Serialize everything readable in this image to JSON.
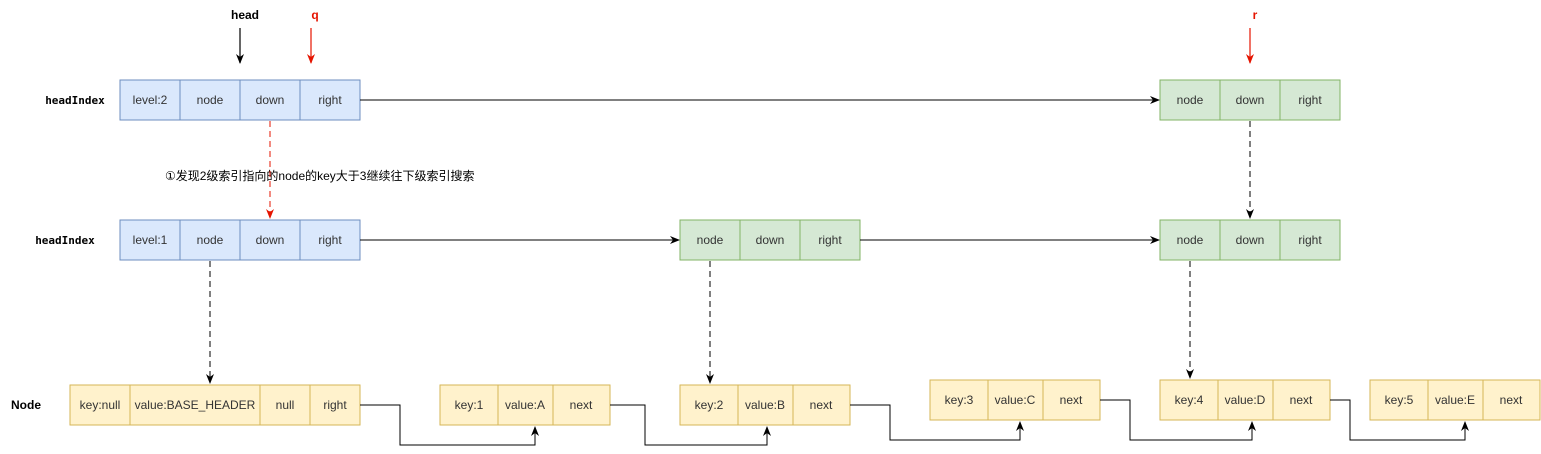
{
  "colors": {
    "blue_fill": "#dae8fc",
    "blue_stroke": "#6c8ebf",
    "green_fill": "#d5e8d4",
    "green_stroke": "#82b366",
    "yellow_fill": "#fff2cc",
    "yellow_stroke": "#d6b656",
    "red": "#e51400",
    "black": "#000000"
  },
  "pointers": {
    "head": "head",
    "q": "q",
    "r": "r"
  },
  "row_labels": {
    "level2": "headIndex",
    "level1": "headIndex",
    "nodes": "Node"
  },
  "annotation": "①发现2级索引指向的node的key大于3继续往下级索引搜索",
  "level2": {
    "head_index": [
      "level:2",
      "node",
      "down",
      "right"
    ],
    "index_r": [
      "node",
      "down",
      "right"
    ]
  },
  "level1": {
    "head_index": [
      "level:1",
      "node",
      "down",
      "right"
    ],
    "index_b": [
      "node",
      "down",
      "right"
    ],
    "index_d": [
      "node",
      "down",
      "right"
    ]
  },
  "nodes": {
    "header": [
      "key:null",
      "value:BASE_HEADER",
      "null",
      "right"
    ],
    "n1": [
      "key:1",
      "value:A",
      "next"
    ],
    "n2": [
      "key:2",
      "value:B",
      "next"
    ],
    "n3": [
      "key:3",
      "value:C",
      "next"
    ],
    "n4": [
      "key:4",
      "value:D",
      "next"
    ],
    "n5": [
      "key:5",
      "value:E",
      "next"
    ]
  }
}
